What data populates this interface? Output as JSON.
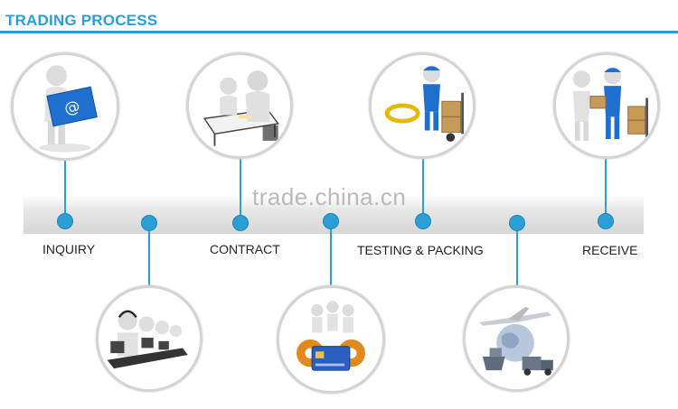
{
  "header": {
    "title": "TRADING PROCESS"
  },
  "watermark": {
    "text": "trade.china.cn"
  },
  "steps": [
    {
      "label": "INQUIRY",
      "icon": "email-figure-icon"
    },
    {
      "label": "",
      "icon": "call-center-icon"
    },
    {
      "label": "CONTRACT",
      "icon": "meeting-table-icon"
    },
    {
      "label": "",
      "icon": "payment-card-icon"
    },
    {
      "label": "TESTING & PACKING",
      "icon": "worker-hand-truck-icon"
    },
    {
      "label": "",
      "icon": "global-shipping-icon"
    },
    {
      "label": "RECEIVE",
      "icon": "delivery-handover-icon"
    }
  ],
  "colors": {
    "accent": "#2a9fd6",
    "band": "#e3e3e3",
    "circle_border": "#d4d4d4"
  }
}
